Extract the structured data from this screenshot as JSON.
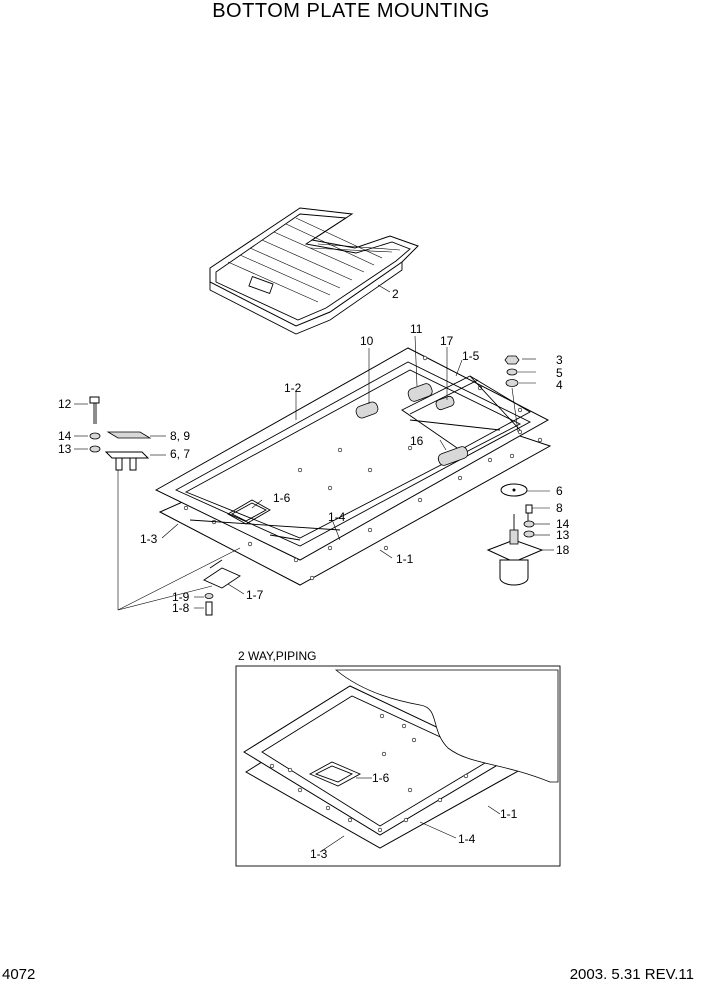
{
  "title": "BOTTOM PLATE MOUNTING",
  "footer": {
    "page_number": "4072",
    "date_rev": "2003. 5.31  REV.11"
  },
  "inset": {
    "title": "2 WAY,PIPING"
  },
  "callouts_main": {
    "c2": "2",
    "c10": "10",
    "c11": "11",
    "c17": "17",
    "c1_5": "1-5",
    "c3": "3",
    "c5": "5",
    "c4": "4",
    "c12": "12",
    "c1_2": "1-2",
    "c14a": "14",
    "c8_9": "8, 9",
    "c13a": "13",
    "c6_7": "6, 7",
    "c16": "16",
    "c6": "6",
    "c8": "8",
    "c14b": "14",
    "c13b": "13",
    "c18": "18",
    "c1_6": "1-6",
    "c1_4": "1-4",
    "c1_3": "1-3",
    "c1_1": "1-1",
    "c1_9": "1-9",
    "c1_8": "1-8",
    "c1_7": "1-7"
  },
  "callouts_inset": {
    "c1_6": "1-6",
    "c1_1": "1-1",
    "c1_4": "1-4",
    "c1_3": "1-3"
  }
}
